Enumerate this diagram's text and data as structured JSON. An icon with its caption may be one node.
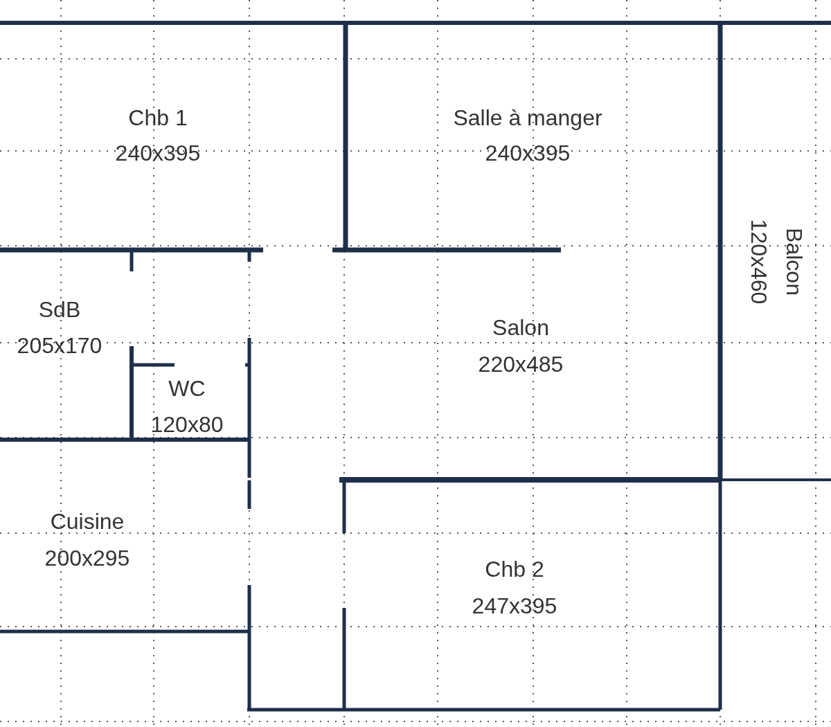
{
  "diagram": {
    "labels": [
      "Chb 1",
      "240x395",
      "Salle à manger",
      "240x395",
      "Balcon",
      "120x460",
      "SdB",
      "205x170",
      "Salon",
      "220x485",
      "WC",
      "120x80",
      "Cuisine",
      "200x295",
      "Chb 2",
      "247x395"
    ]
  }
}
